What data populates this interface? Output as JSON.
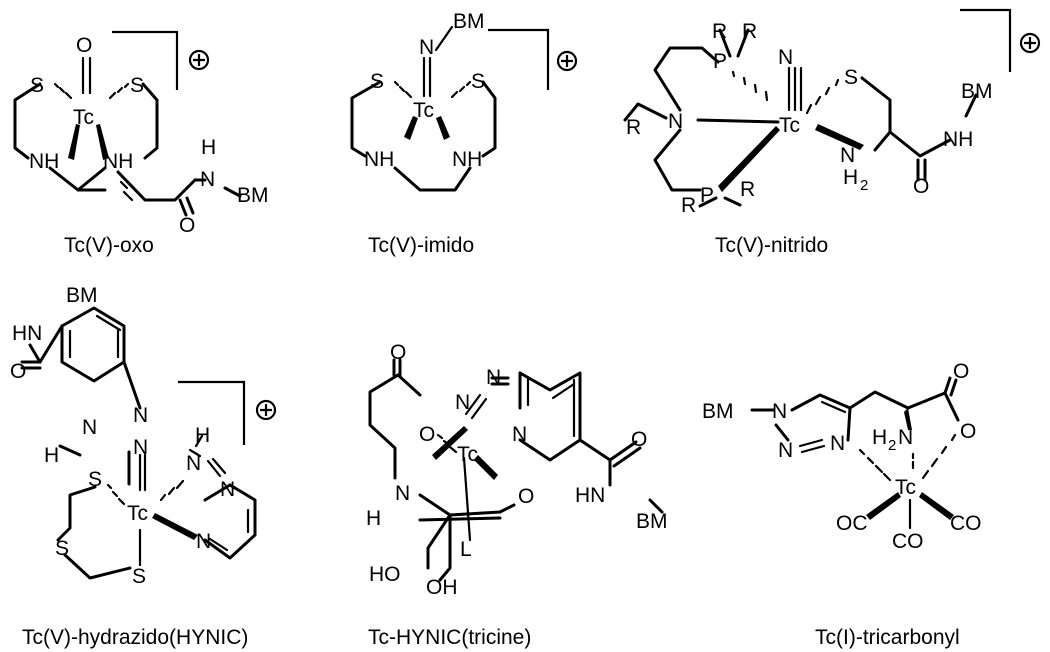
{
  "captions": [
    "Tc(V)-oxo",
    "Tc(V)-imido",
    "Tc(V)-nitrido",
    "Tc(V)-hydrazido(HYNIC)",
    "Tc-HYNIC(tricine)",
    "Tc(I)-tricarbonyl"
  ]
}
